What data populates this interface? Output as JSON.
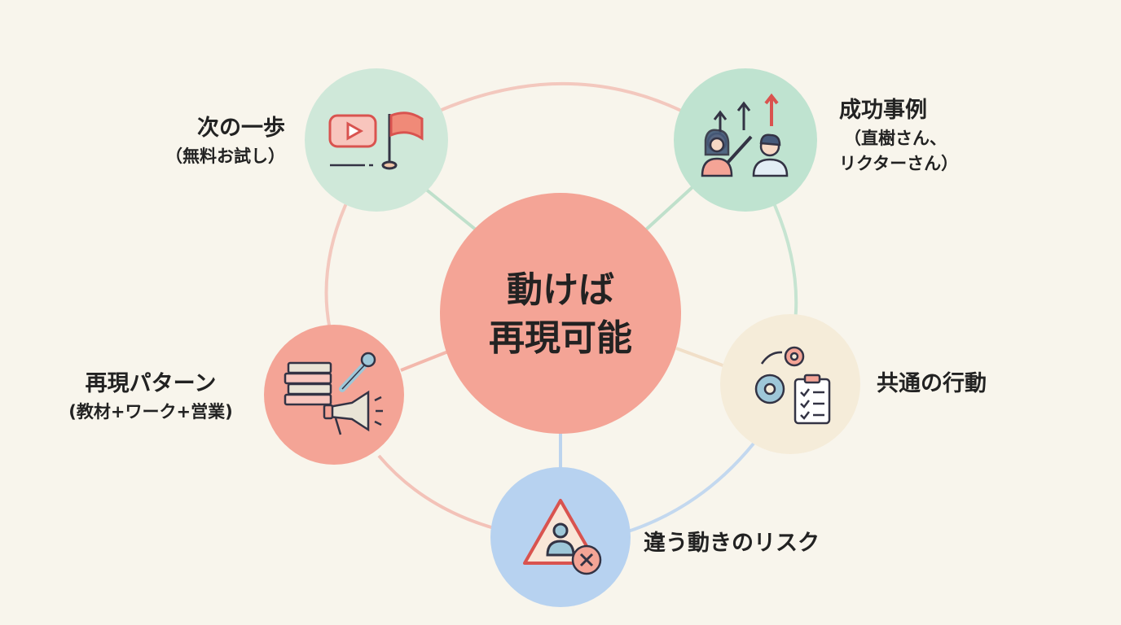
{
  "center": {
    "line1": "動けば",
    "line2": "再現可能",
    "color": "#f4a496"
  },
  "nodes": {
    "next_step": {
      "title": "次の一歩",
      "subtitle": "（無料お試し）",
      "color": "#cfe8d9",
      "icons": [
        "video-play-icon",
        "flag-icon"
      ]
    },
    "success_cases": {
      "title": "成功事例",
      "subtitle_line1": "（直樹さん、",
      "subtitle_line2": "リクターさん）",
      "color": "#bfe3d0",
      "icons": [
        "growth-arrows-icon",
        "people-icon"
      ]
    },
    "common_actions": {
      "title": "共通の行動",
      "color": "#f5ecd9",
      "icons": [
        "gears-icon",
        "checklist-icon"
      ]
    },
    "risk": {
      "title": "違う動きのリスク",
      "color": "#b7d2f0",
      "icons": [
        "warning-person-icon",
        "cross-icon"
      ]
    },
    "reproduce_pattern": {
      "title": "再現パターン",
      "subtitle": "(教材+ワーク+営業)",
      "color": "#f4a496",
      "icons": [
        "books-icon",
        "wrench-icon",
        "megaphone-icon"
      ]
    }
  },
  "ring_colors": {
    "coral": "#f3c2b8",
    "green": "#bfe0cb",
    "blue": "#bcd4ee",
    "cream": "#f1dfc8"
  }
}
